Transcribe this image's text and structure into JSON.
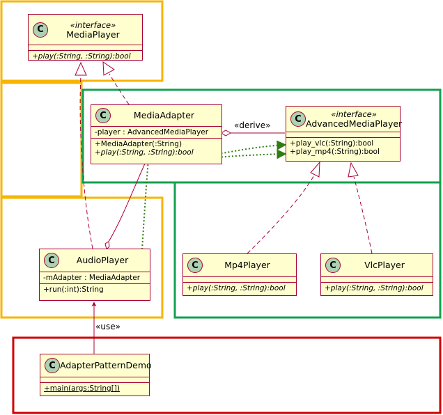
{
  "classes": {
    "media_player": {
      "stereotype": "«interface»",
      "name": "MediaPlayer",
      "op1": "+play(:String, :String):bool"
    },
    "media_adapter": {
      "name": "MediaAdapter",
      "field1": "-player : AdvancedMediaPlayer",
      "op1": "+MediaAdapter(:String)",
      "op2": "+play(:String, :String):bool"
    },
    "advanced_media_player": {
      "stereotype": "«interface»",
      "name": "AdvancedMediaPlayer",
      "op1": "+play_vlc(:String):bool",
      "op2": "+play_mp4(:String):bool"
    },
    "audio_player": {
      "name": "AudioPlayer",
      "field1": "-mAdapter : MediaAdapter",
      "op1": "+run(:int):String"
    },
    "mp4_player": {
      "name": "Mp4Player",
      "op1": "+play(:String, :String):bool"
    },
    "vlc_player": {
      "name": "VlcPlayer",
      "op1": "+play(:String, :String):bool"
    },
    "adapter_pattern_demo": {
      "name": "AdapterPatternDemo",
      "op1": "+main(args:String[])"
    }
  },
  "badge_letter": "C",
  "edges": {
    "derive_label": "«derive»",
    "use_label": "«use»"
  },
  "colors": {
    "class_fill": "#FEFECE",
    "class_border": "#A80036",
    "badge_fill": "#ADD1B2",
    "frame_orange": "#F7B500",
    "frame_green": "#12A150",
    "frame_red": "#D00000",
    "dep_dotted": "#2E7D10"
  }
}
